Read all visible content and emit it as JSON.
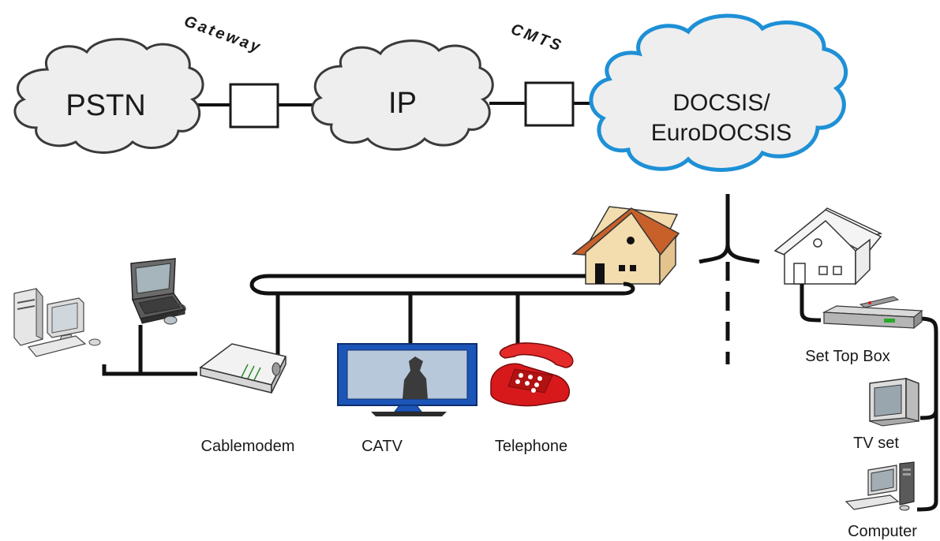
{
  "clouds": {
    "pstn": "PSTN",
    "ip": "IP",
    "docsis_line1": "DOCSIS/",
    "docsis_line2": "EuroDOCSIS"
  },
  "gateways": {
    "gateway": "Gateway",
    "cmts": "CMTS"
  },
  "devices": {
    "cablemodem": "Cablemodem",
    "catv": "CATV",
    "telephone": "Telephone",
    "set_top_box": "Set Top Box",
    "tv_set": "TV set",
    "computer": "Computer"
  },
  "colors": {
    "docsis_outline": "#1e90d6",
    "cloud_fill": "#eeeeee",
    "house_roof": "#c8602a",
    "house_wall": "#f3dcae",
    "phone_red": "#d8191c",
    "tv_screen": "#1c55b8"
  }
}
